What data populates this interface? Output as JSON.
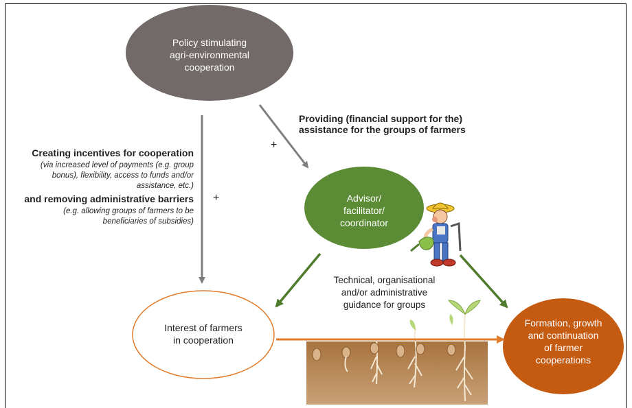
{
  "nodes": {
    "policy": {
      "line1": "Policy stimulating",
      "line2": "agri-environmental",
      "line3": "cooperation",
      "color": "#716a68"
    },
    "advisor": {
      "line1": "Advisor/",
      "line2": "facilitator/",
      "line3": "coordinator",
      "color": "#5b8b34"
    },
    "interest": {
      "line1": "Interest of farmers",
      "line2": "in cooperation",
      "border": "#e07b2b"
    },
    "formation": {
      "line1": "Formation, growth",
      "line2": "and continuation",
      "line3": "of farmer",
      "line4": "cooperations",
      "color": "#c55a11"
    }
  },
  "edges": {
    "policy_to_interest": {
      "heading1": "Creating incentives for cooperation",
      "detail1a": "(via increased level of payments (e.g. group",
      "detail1b": "bonus), flexibility, access to funds and/or",
      "detail1c": "assistance, etc.)",
      "heading2": "and removing administrative barriers",
      "detail2a": "(e.g. allowing groups of farmers to be",
      "detail2b": "beneficiaries of subsidies)",
      "sign": "+"
    },
    "policy_to_advisor": {
      "line1": "Providing (financial support for the)",
      "line2": "assistance for the groups of farmers",
      "sign": "+"
    },
    "advisor_to_groups": {
      "line1": "Technical, organisational",
      "line2": "and/or administrative",
      "line3": "guidance for groups"
    }
  },
  "colors": {
    "gray_arrow": "#7f7f7f",
    "green_arrow": "#4f7b2c",
    "orange_arrow": "#e07b2b",
    "soil": "#b07c48"
  }
}
